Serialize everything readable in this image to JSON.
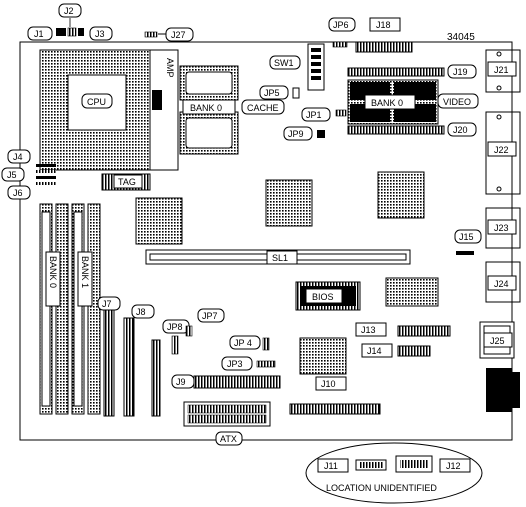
{
  "board_id": "34045",
  "labels": {
    "j1": "J1",
    "j2": "J2",
    "j3": "J3",
    "j27": "J27",
    "j4": "J4",
    "j5": "J5",
    "j6": "J6",
    "cpu": "CPU",
    "amp": "AMP",
    "tag": "TAG",
    "bank0_cache": "BANK 0",
    "cache": "CACHE",
    "jp5": "JP5",
    "sw1": "SW1",
    "jp6": "JP6",
    "j18": "J18",
    "j19": "J19",
    "bank0_video": "BANK 0",
    "video": "VIDEO",
    "j21": "J21",
    "jp1": "JP1",
    "jp9": "JP9",
    "j20": "J20",
    "j22": "J22",
    "j23": "J23",
    "j15": "J15",
    "sl1": "SL1",
    "j24": "J24",
    "bank0_simm": "BANK 0",
    "bank1_simm": "BANK 1",
    "j7": "J7",
    "j8": "J8",
    "jp8": "JP8",
    "jp7": "JP7",
    "bios": "BIOS",
    "j13": "J13",
    "jp4": "JP 4",
    "j25": "J25",
    "j14": "J14",
    "jp3": "JP3",
    "j9": "J9",
    "j10": "J10",
    "atx": "ATX"
  },
  "inset": {
    "j11": "J11",
    "j12": "J12",
    "caption": "LOCATION UNIDENTIFIED"
  }
}
